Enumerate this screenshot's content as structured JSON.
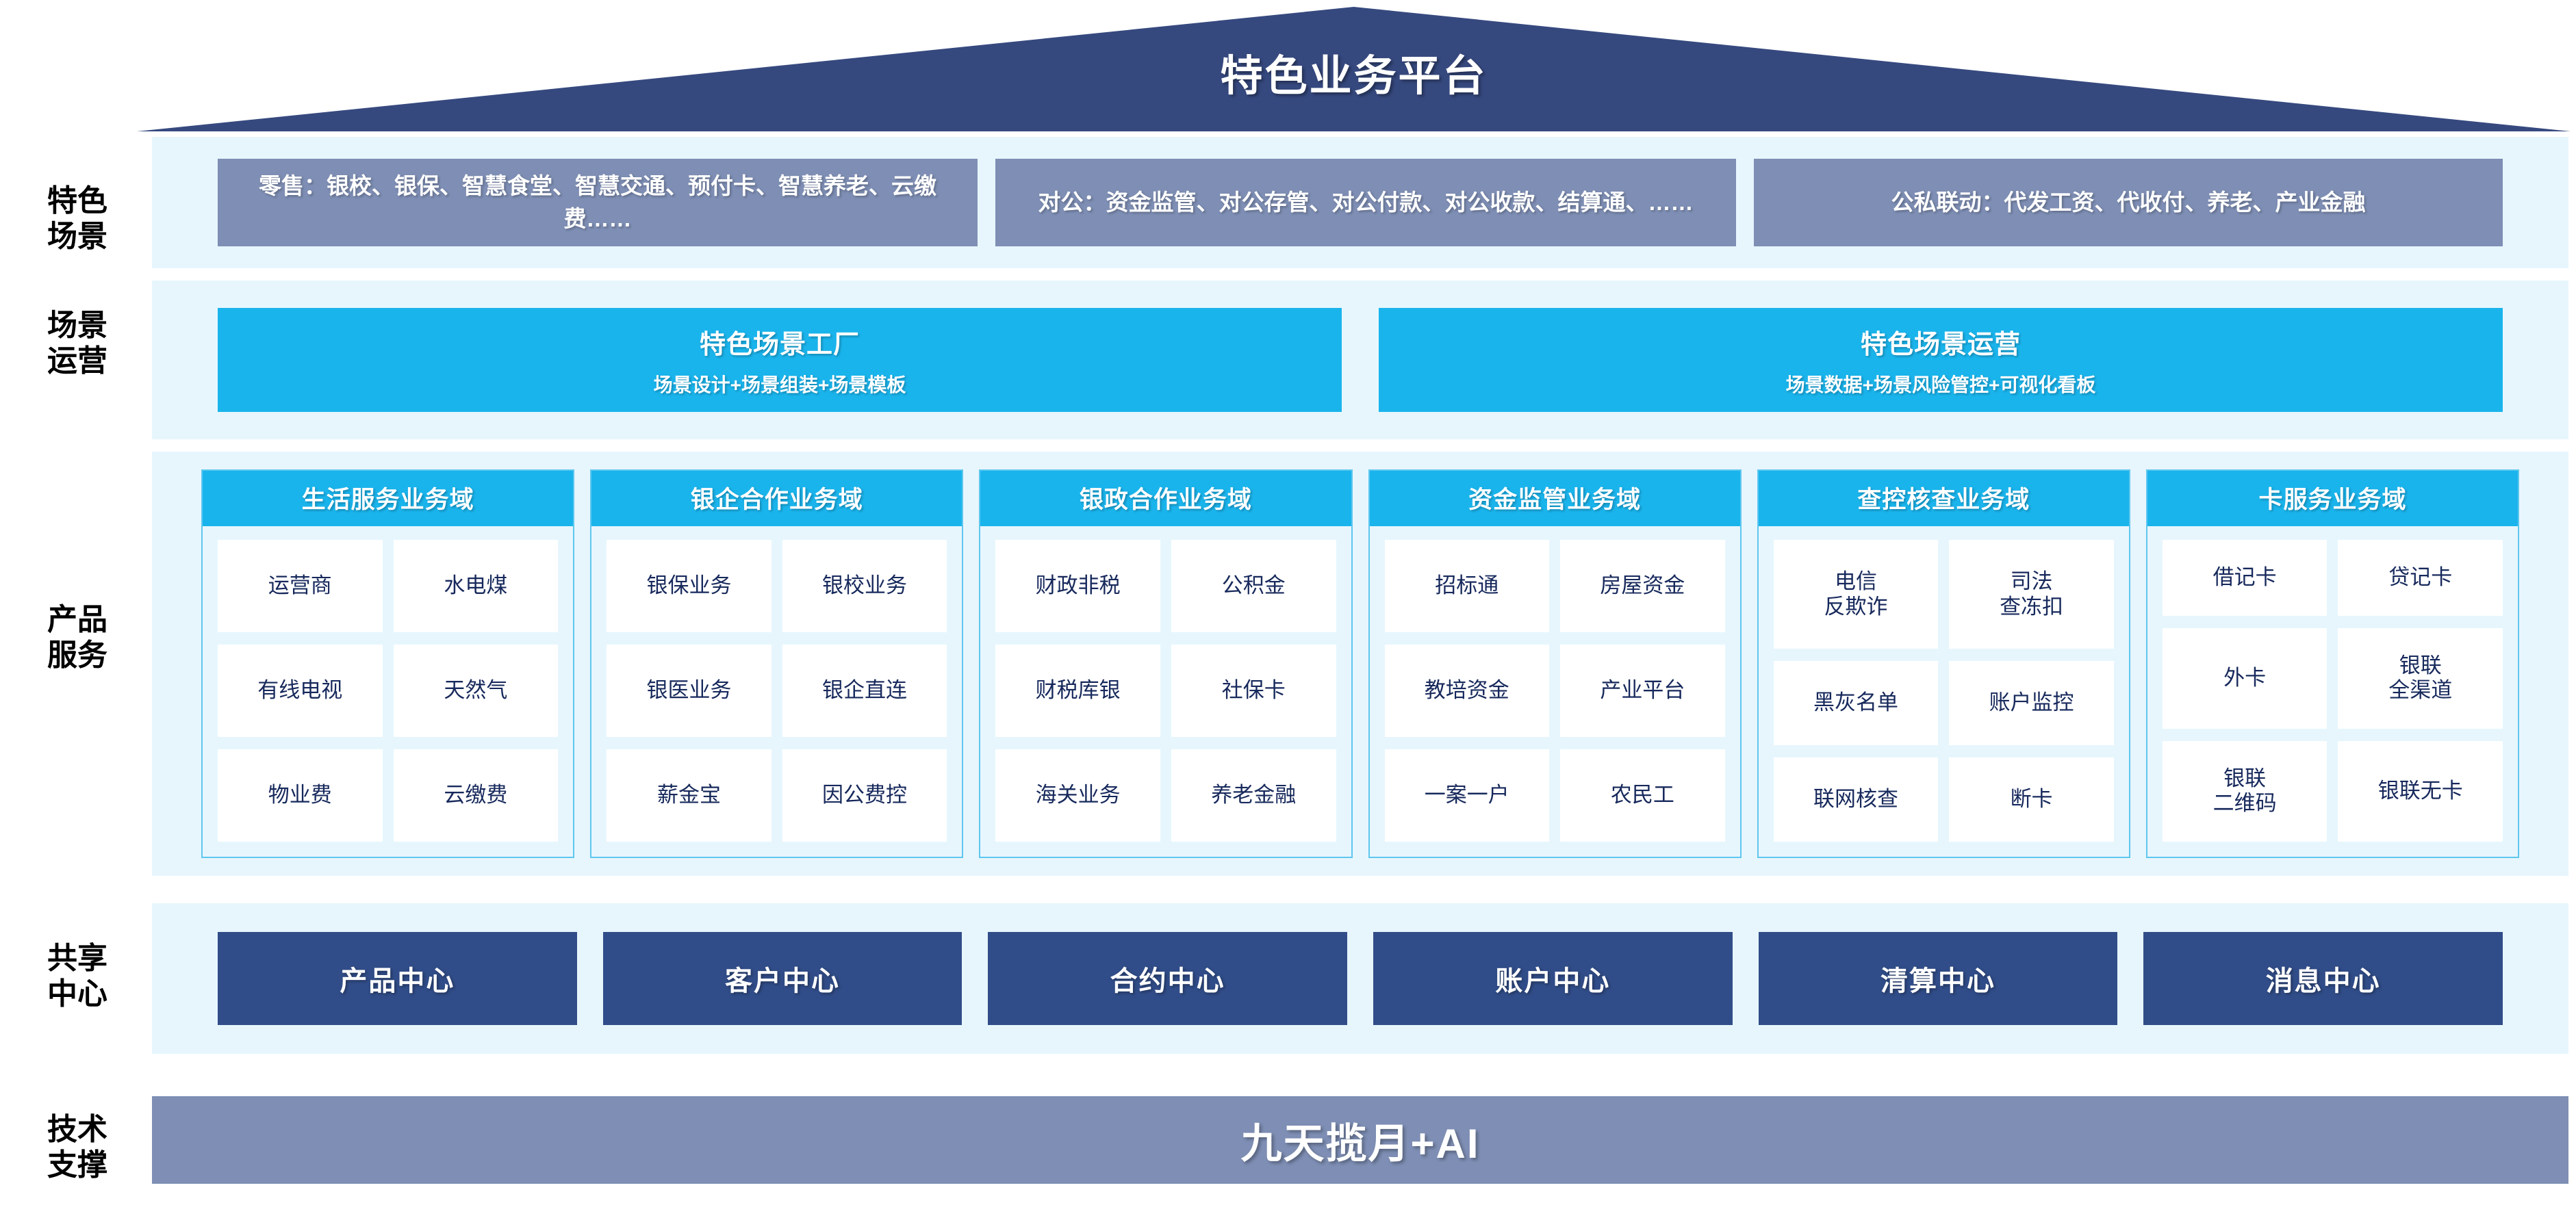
{
  "header": {
    "title": "特色业务平台"
  },
  "row_labels": {
    "scenario": "特色\n场景",
    "operation": "场景\n运营",
    "product": "产品\n服务",
    "shared": "共享\n中心",
    "tech": "技术\n支撑"
  },
  "colors": {
    "roof": "#36497f",
    "band_bg": "#e7f6fd",
    "slate": "#7e8eb4",
    "cyan": "#1ab4ec",
    "card_border": "#5ec7ef",
    "navy": "#314d89",
    "tile_text": "#17295c"
  },
  "scenarios": [
    {
      "label": "零售：银校、银保、智慧食堂、智慧交通、预付卡、智慧养老、云缴费……"
    },
    {
      "label": "对公：资金监管、对公存管、对公付款、对公收款、结算通、……"
    },
    {
      "label": "公私联动：代发工资、代收付、养老、产业金融"
    }
  ],
  "operations": [
    {
      "title": "特色场景工厂",
      "subtitle": "场景设计+场景组装+场景模板"
    },
    {
      "title": "特色场景运营",
      "subtitle": "场景数据+场景风险管控+可视化看板"
    }
  ],
  "domains": [
    {
      "title": "生活服务业务域",
      "tiles": [
        "运营商",
        "水电煤",
        "有线电视",
        "天然气",
        "物业费",
        "云缴费"
      ]
    },
    {
      "title": "银企合作业务域",
      "tiles": [
        "银保业务",
        "银校业务",
        "银医业务",
        "银企直连",
        "薪金宝",
        "因公费控"
      ]
    },
    {
      "title": "银政合作业务域",
      "tiles": [
        "财政非税",
        "公积金",
        "财税库银",
        "社保卡",
        "海关业务",
        "养老金融"
      ]
    },
    {
      "title": "资金监管业务域",
      "tiles": [
        "招标通",
        "房屋资金",
        "教培资金",
        "产业平台",
        "一案一户",
        "农民工"
      ]
    },
    {
      "title": "查控核查业务域",
      "tiles": [
        "电信\n反欺诈",
        "司法\n查冻扣",
        "黑灰名单",
        "账户监控",
        "联网核查",
        "断卡"
      ]
    },
    {
      "title": "卡服务业务域",
      "tiles": [
        "借记卡",
        "贷记卡",
        "外卡",
        "银联\n全渠道",
        "银联\n二维码",
        "银联无卡"
      ]
    }
  ],
  "shared_centers": [
    {
      "label": "产品中心"
    },
    {
      "label": "客户中心"
    },
    {
      "label": "合约中心"
    },
    {
      "label": "账户中心"
    },
    {
      "label": "清算中心"
    },
    {
      "label": "消息中心"
    }
  ],
  "tech_support": {
    "label": "九天揽月+AI"
  }
}
